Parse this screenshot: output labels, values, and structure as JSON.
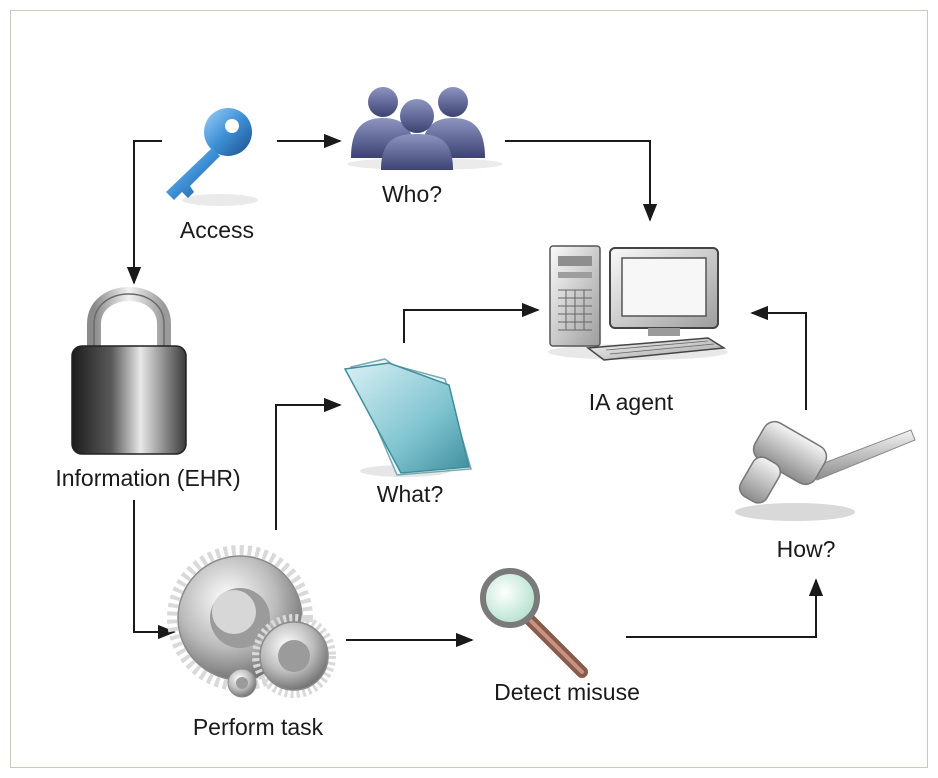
{
  "nodes": {
    "access": {
      "label": "Access",
      "icon": "key-icon"
    },
    "who": {
      "label": "Who?",
      "icon": "people-icon"
    },
    "ia_agent": {
      "label": "IA agent",
      "icon": "computer-icon"
    },
    "information": {
      "label": "Information (EHR)",
      "icon": "padlock-icon"
    },
    "what": {
      "label": "What?",
      "icon": "folder-icon"
    },
    "how": {
      "label": "How?",
      "icon": "gavel-icon"
    },
    "perform_task": {
      "label": "Perform task",
      "icon": "gears-icon"
    },
    "detect_misuse": {
      "label": "Detect misuse",
      "icon": "magnifier-icon"
    }
  },
  "edges": [
    {
      "from": "access",
      "to": "who"
    },
    {
      "from": "access",
      "to": "information"
    },
    {
      "from": "who",
      "to": "ia_agent"
    },
    {
      "from": "what",
      "to": "ia_agent"
    },
    {
      "from": "how",
      "to": "ia_agent"
    },
    {
      "from": "information",
      "to": "perform_task"
    },
    {
      "from": "perform_task",
      "to": "what"
    },
    {
      "from": "perform_task",
      "to": "detect_misuse"
    },
    {
      "from": "detect_misuse",
      "to": "how"
    }
  ],
  "colors": {
    "key": "#3d8fd6",
    "people": "#6a73a3",
    "folder": "#7fc4d0",
    "lens": "#c9eadc",
    "lens_handle": "#8a5a4a",
    "metal": "#7a7a7a",
    "frame": "#c9c9bd",
    "arrow": "#1a1a1a"
  }
}
